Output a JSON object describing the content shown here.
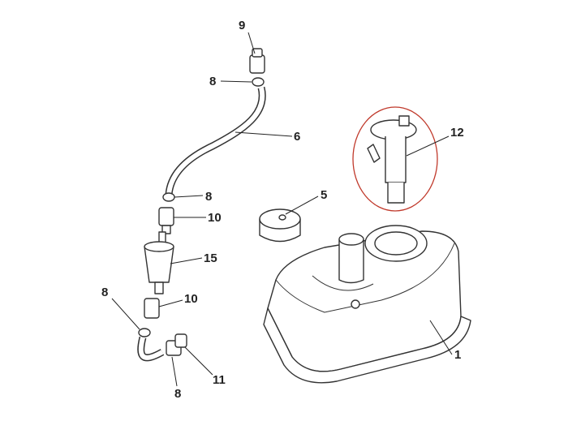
{
  "diagram": {
    "type": "exploded parts diagram",
    "highlight_color": "#c0392b",
    "callouts": [
      {
        "id": "9"
      },
      {
        "id": "8"
      },
      {
        "id": "6"
      },
      {
        "id": "8"
      },
      {
        "id": "10"
      },
      {
        "id": "5"
      },
      {
        "id": "12"
      },
      {
        "id": "15"
      },
      {
        "id": "10"
      },
      {
        "id": "8"
      },
      {
        "id": "1"
      },
      {
        "id": "11"
      },
      {
        "id": "8"
      }
    ]
  }
}
